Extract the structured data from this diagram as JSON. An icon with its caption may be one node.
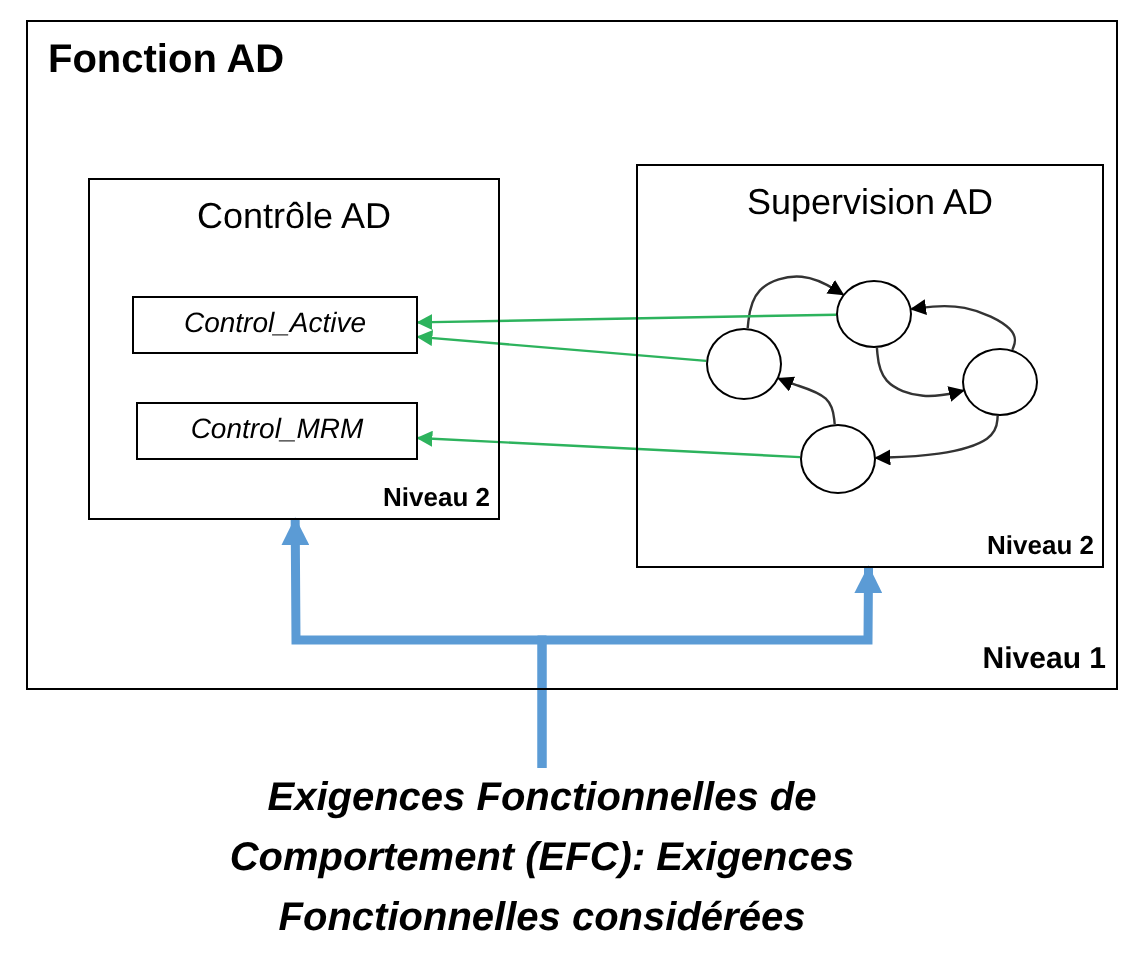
{
  "diagram": {
    "nodes": [
      {
        "text": [
          "Fonction AD",
          "Niveau 1"
        ]
      },
      {
        "text": [
          "Contrôle AD",
          "Niveau 2"
        ],
        "in": 0
      },
      {
        "text": [
          "Control_Active"
        ],
        "in": 1
      },
      {
        "text": [
          "Control_MRM"
        ],
        "in": 1
      },
      {
        "text": [
          "Supervision AD",
          "Niveau 2"
        ],
        "in": 0
      },
      {
        "text": [],
        "shape": "circle",
        "in": 4
      },
      {
        "text": [],
        "shape": "circle",
        "in": 4
      },
      {
        "text": [],
        "shape": "circle",
        "in": 4
      },
      {
        "text": [],
        "shape": "circle",
        "in": 4
      },
      {
        "text": [
          "Exigences Fonctionnelles de Comportement (EFC): Exigences Fonctionnelles considérées"
        ]
      }
    ],
    "edges": [
      {
        "from": 6,
        "to": 5,
        "arrow": "to"
      },
      {
        "from": 5,
        "to": 7,
        "arrow": "to"
      },
      {
        "from": 7,
        "to": 5,
        "arrow": "to"
      },
      {
        "from": 7,
        "to": 8,
        "arrow": "to"
      },
      {
        "from": 8,
        "to": 6,
        "arrow": "to"
      },
      {
        "from": 5,
        "to": 2,
        "arrow": "to",
        "color": "#2db35d"
      },
      {
        "from": 6,
        "to": 2,
        "arrow": "to",
        "color": "#2db35d"
      },
      {
        "from": 8,
        "to": 3,
        "arrow": "to",
        "color": "#2db35d"
      },
      {
        "from": 9,
        "to": 1,
        "arrow": "to",
        "style": "thick",
        "color": "#5b9bd5"
      },
      {
        "from": 9,
        "to": 4,
        "arrow": "to",
        "style": "thick",
        "color": "#5b9bd5"
      }
    ]
  }
}
